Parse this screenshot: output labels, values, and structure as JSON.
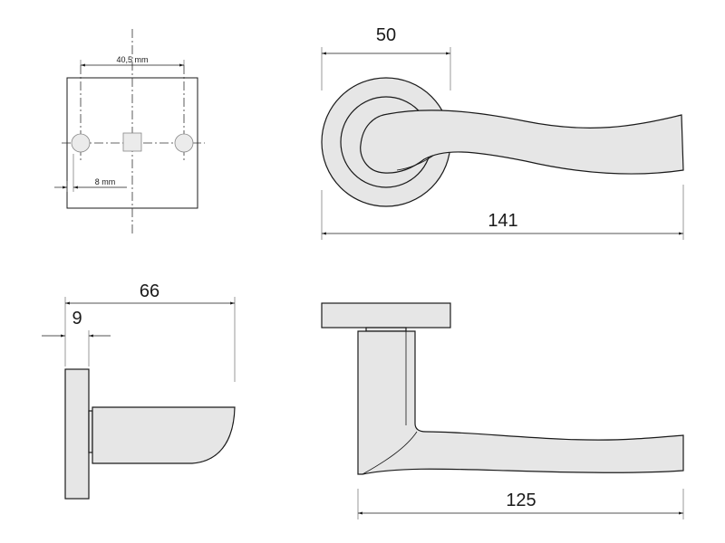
{
  "dimensions": {
    "rose_hole_spacing": "40,5 mm",
    "rose_hole_offset": "8 mm",
    "rose_diameter": "50",
    "lever_length": "141",
    "projection": "66",
    "rose_thickness": "9",
    "lever_reach": "125"
  },
  "colors": {
    "part_fill": "#e6e6e6",
    "outline": "#1a1a1a",
    "background": "#ffffff"
  }
}
